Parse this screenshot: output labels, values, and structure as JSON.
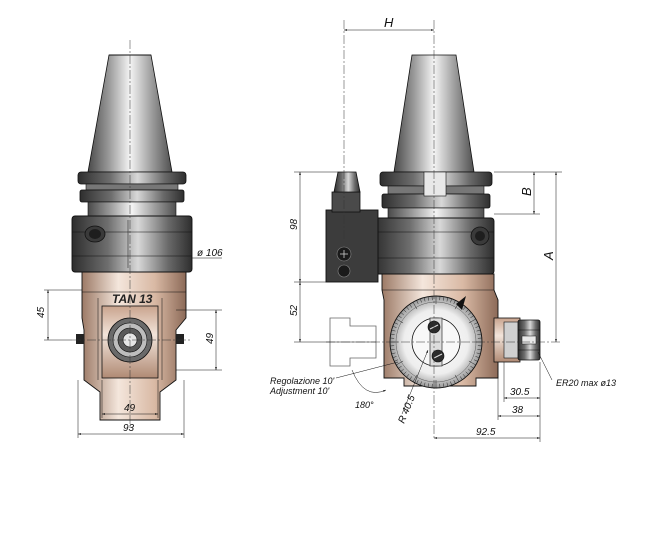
{
  "product_label": "TAN 13",
  "left_view": {
    "dim_diameter": "ø 106",
    "dim_height_left": "45",
    "dim_height_right": "49",
    "dim_width_inner": "49",
    "dim_width_total": "93"
  },
  "right_view": {
    "dim_H": "H",
    "dim_B": "B",
    "dim_A": "A",
    "dim_98": "98",
    "dim_52": "52",
    "dim_30_5": "30.5",
    "dim_38": "38",
    "dim_92_5": "92.5",
    "dim_radius": "R 40.5",
    "dim_angle": "180°",
    "collet_note": "ER20 max ø13",
    "adjustment_it": "Regolazione 10'",
    "adjustment_en": "Adjustment 10'"
  },
  "colors": {
    "steel_dark": "#5a5a5a",
    "steel_light": "#e6e6e6",
    "body_tan": "#d9b9a4",
    "body_tan_dark": "#9c7a66"
  }
}
